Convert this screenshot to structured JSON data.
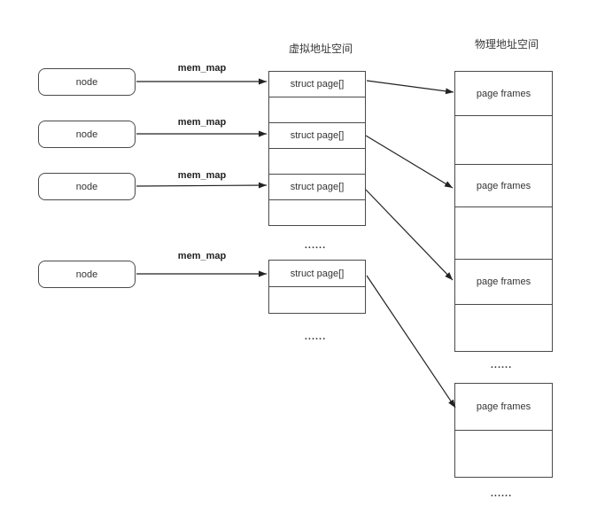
{
  "headers": {
    "virtual_space": "虚拟地址空间",
    "physical_space": "物理地址空间"
  },
  "nodes": [
    {
      "label": "node",
      "arrow_label": "mem_map"
    },
    {
      "label": "node",
      "arrow_label": "mem_map"
    },
    {
      "label": "node",
      "arrow_label": "mem_map"
    },
    {
      "label": "node",
      "arrow_label": "mem_map"
    }
  ],
  "virtual_space": {
    "table1": {
      "rows": [
        "struct page[]",
        "",
        "struct page[]",
        "",
        "struct page[]",
        ""
      ]
    },
    "ellipsis1": "......",
    "table2": {
      "rows": [
        "struct page[]",
        ""
      ]
    },
    "ellipsis2": "......"
  },
  "physical_space": {
    "table1": {
      "rows": [
        "page frames",
        "",
        "page frames",
        "",
        "page frames",
        ""
      ]
    },
    "ellipsis1": "......",
    "table2": {
      "rows": [
        "page frames",
        ""
      ]
    },
    "ellipsis2": "......"
  },
  "colors": {
    "background": "#ffffff",
    "border": "#4a4a4a",
    "text": "#333333",
    "arrow": "#222222"
  }
}
